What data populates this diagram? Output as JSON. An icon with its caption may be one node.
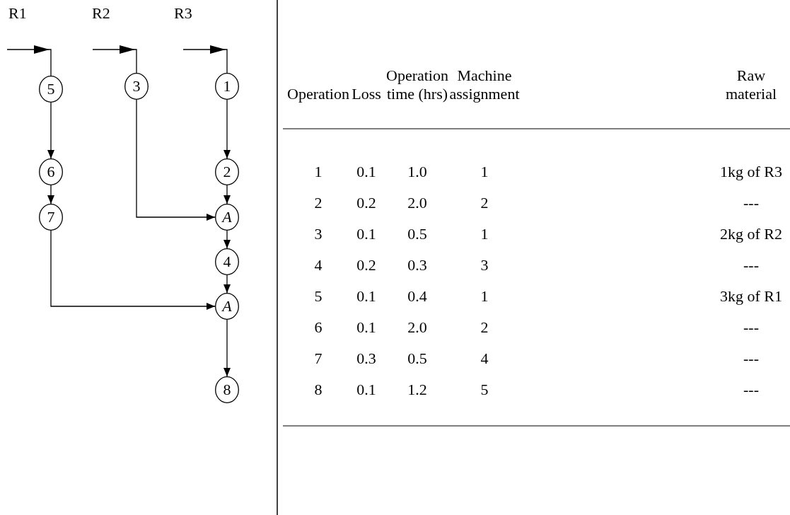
{
  "diagram": {
    "nodes": [
      {
        "text": [
          "5"
        ]
      },
      {
        "text": [
          "3"
        ]
      },
      {
        "text": [
          "1"
        ]
      },
      {
        "text": [
          "6"
        ]
      },
      {
        "text": [
          "2"
        ]
      },
      {
        "text": [
          "A"
        ]
      },
      {
        "text": [
          "7"
        ]
      },
      {
        "text": [
          "4"
        ]
      },
      {
        "text": [
          "A"
        ]
      },
      {
        "text": [
          "8"
        ]
      }
    ],
    "edges": [
      {
        "from": null,
        "to": 0,
        "arrow": "to"
      },
      {
        "from": null,
        "to": 1,
        "arrow": "to"
      },
      {
        "from": null,
        "to": 2,
        "arrow": "to"
      },
      {
        "from": 0,
        "to": 3,
        "arrow": "to"
      },
      {
        "from": 3,
        "to": 6,
        "arrow": "to"
      },
      {
        "from": 2,
        "to": 4,
        "arrow": "to"
      },
      {
        "from": 4,
        "to": 5,
        "arrow": "to"
      },
      {
        "from": 1,
        "to": 5,
        "arrow": "to"
      },
      {
        "from": 5,
        "to": 7,
        "arrow": "to"
      },
      {
        "from": 7,
        "to": 8,
        "arrow": "to"
      },
      {
        "from": 6,
        "to": 8,
        "arrow": "to"
      },
      {
        "from": 8,
        "to": 9,
        "arrow": "to"
      }
    ],
    "labels": [
      "R1",
      "R2",
      "R3",
      "Operation",
      "Loss",
      "Operation time (hrs)",
      "Machine assignment",
      "Raw material",
      "1",
      "0.1",
      "1.0",
      "1",
      "1kg of R3",
      "2",
      "0.2",
      "2.0",
      "2",
      "---",
      "3",
      "0.1",
      "0.5",
      "1",
      "2kg of R2",
      "4",
      "0.2",
      "0.3",
      "3",
      "---",
      "5",
      "0.1",
      "0.4",
      "1",
      "3kg of R1",
      "6",
      "0.1",
      "2.0",
      "2",
      "---",
      "7",
      "0.3",
      "0.5",
      "4",
      "---",
      "8",
      "0.1",
      "1.2",
      "5",
      "---"
    ]
  }
}
